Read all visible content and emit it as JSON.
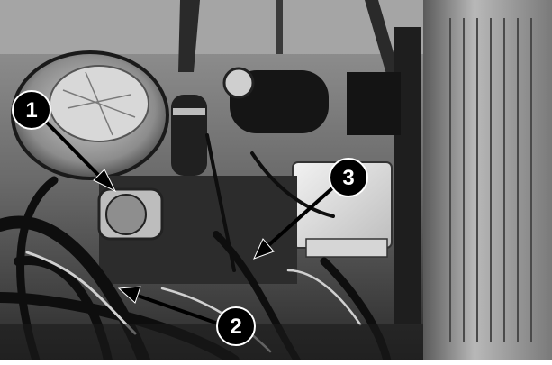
{
  "figure": {
    "callouts": [
      {
        "label": "1"
      },
      {
        "label": "2"
      },
      {
        "label": "3"
      }
    ],
    "colors": {
      "background": "#8a8a8a",
      "dark": "#1a1a1a",
      "light": "#e2e2e2",
      "callout_fill": "#000000",
      "callout_text": "#ffffff"
    }
  }
}
